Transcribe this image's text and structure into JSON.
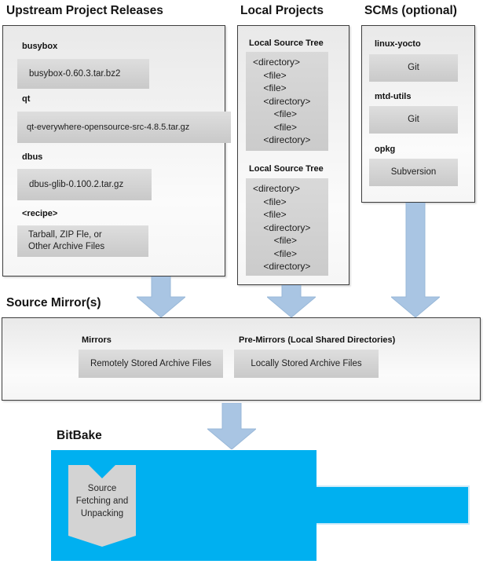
{
  "colors": {
    "accent_blue": "#00b0f0",
    "arrow_blue": "#a9c5e3",
    "box_fill_gray": "#d2d2d2",
    "panel_border": "#3d3d3d"
  },
  "upstream": {
    "heading": "Upstream Project Releases",
    "items": [
      {
        "label": "busybox",
        "value": "busybox-0.60.3.tar.bz2"
      },
      {
        "label": "qt",
        "value": "qt-everywhere-opensource-src-4.8.5.tar.gz"
      },
      {
        "label": "dbus",
        "value": "dbus-glib-0.100.2.tar.gz"
      },
      {
        "label": "<recipe>",
        "value": "Tarball, ZIP Fle, or\nOther Archive Files"
      }
    ]
  },
  "local_projects": {
    "heading": "Local Projects",
    "sections": [
      {
        "label": "Local Source Tree",
        "tree": [
          "<directory>",
          "    <file>",
          "    <file>",
          "    <directory>",
          "        <file>",
          "        <file>",
          "    <directory>"
        ]
      },
      {
        "label": "Local Source Tree",
        "tree": [
          "<directory>",
          "    <file>",
          "    <file>",
          "    <directory>",
          "        <file>",
          "        <file>",
          "    <directory>"
        ]
      }
    ]
  },
  "scms": {
    "heading": "SCMs (optional)",
    "items": [
      {
        "label": "linux-yocto",
        "value": "Git"
      },
      {
        "label": "mtd-utils",
        "value": "Git"
      },
      {
        "label": "opkg",
        "value": "Subversion"
      }
    ]
  },
  "source_mirrors": {
    "heading": "Source Mirror(s)",
    "mirrors_label": "Mirrors",
    "mirrors_value": "Remotely Stored Archive Files",
    "premirrors_label": "Pre-Mirrors (Local Shared Directories)",
    "premirrors_value": "Locally Stored Archive Files"
  },
  "bitbake": {
    "heading": "BitBake",
    "ribbon_lines": [
      "Source",
      "Fetching and",
      "Unpacking"
    ]
  }
}
